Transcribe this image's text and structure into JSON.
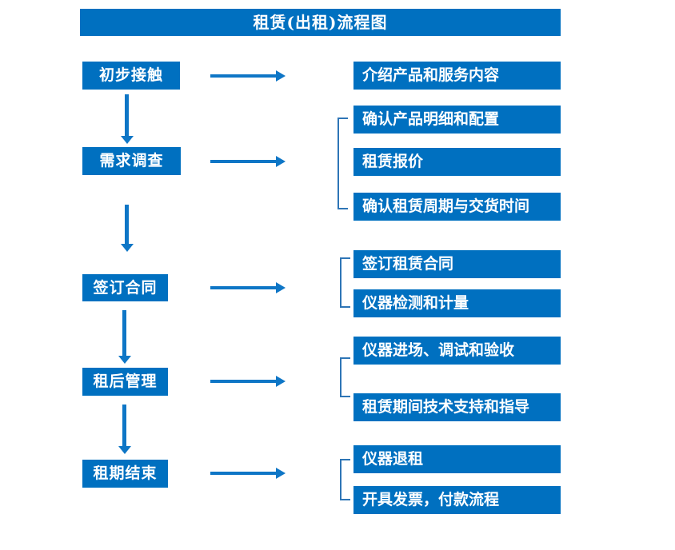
{
  "title": "租赁(出租)流程图",
  "colors": {
    "box_fill": "#0070C0",
    "arrow": "#0E76C6",
    "bracket": "#2E75B6",
    "text": "#FFFFFF",
    "background": "#FFFFFF"
  },
  "steps": [
    {
      "label": "初步接触",
      "details": [
        "介绍产品和服务内容"
      ]
    },
    {
      "label": "需求调查",
      "details": [
        "确认产品明细和配置",
        "租赁报价",
        "确认租赁周期与交货时间"
      ]
    },
    {
      "label": "签订合同",
      "details": [
        "签订租赁合同",
        "仪器检测和计量"
      ]
    },
    {
      "label": "租后管理",
      "details": [
        "仪器进场、调试和验收",
        "租赁期间技术支持和指导"
      ]
    },
    {
      "label": "租期结束",
      "details": [
        "仪器退租",
        "开具发票，付款流程"
      ]
    }
  ]
}
